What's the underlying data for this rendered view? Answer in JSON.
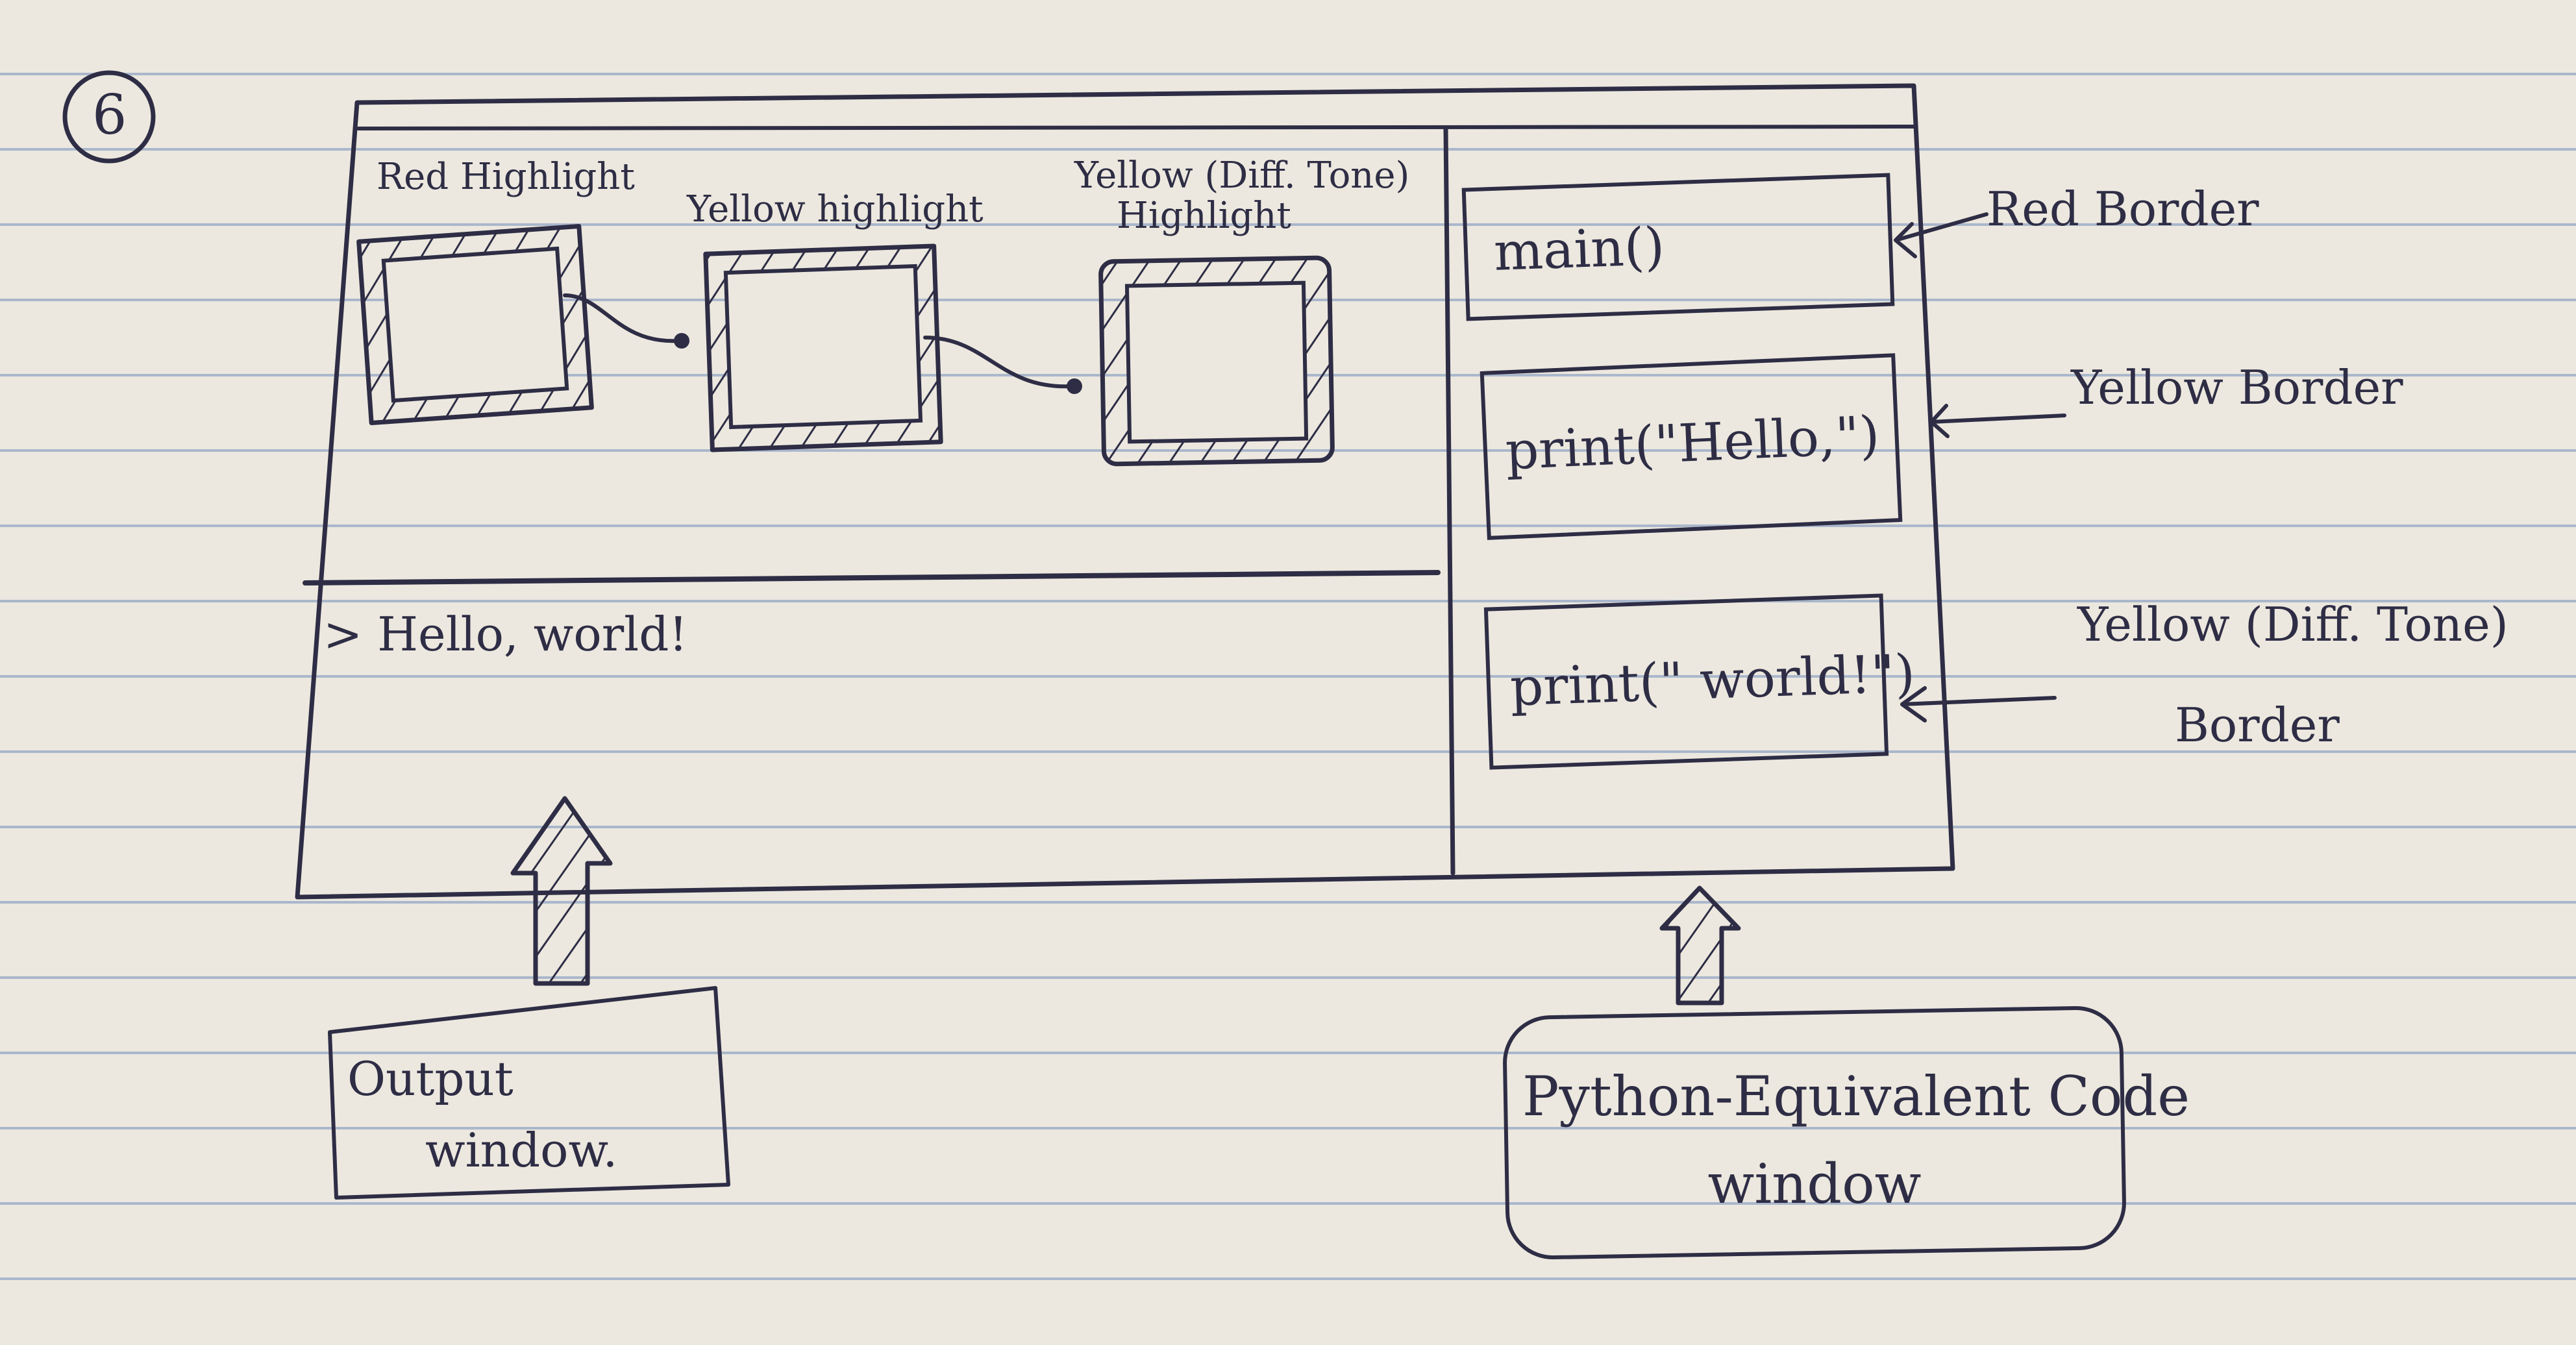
{
  "sketch": {
    "step_marker": "6",
    "canvas": {
      "red_label": "Red Highlight",
      "yellow_label": "Yellow highlight",
      "yellow_diff_label_line1": "Yellow (Diff. Tone)",
      "yellow_diff_label_line2": "Highlight"
    },
    "output": {
      "line": "> Hello, world!"
    },
    "code_panel": {
      "items": [
        {
          "code": "main()"
        },
        {
          "code": "print(\"Hello,\")"
        },
        {
          "code": "print(\" world!\")"
        }
      ]
    },
    "callouts": {
      "red_border": "Red Border",
      "yellow_border": "Yellow Border",
      "yellow_diff_border_line1": "Yellow (Diff. Tone)",
      "yellow_diff_border_line2": "Border",
      "output_window_line1": "Output",
      "output_window_line2": "window.",
      "python_window_line1": "Python-Equivalent Code",
      "python_window_line2": "window"
    },
    "colors": {
      "ink": "#2e2d45",
      "paper": "#ece8df",
      "rule_lines": "#aab7cc"
    }
  }
}
